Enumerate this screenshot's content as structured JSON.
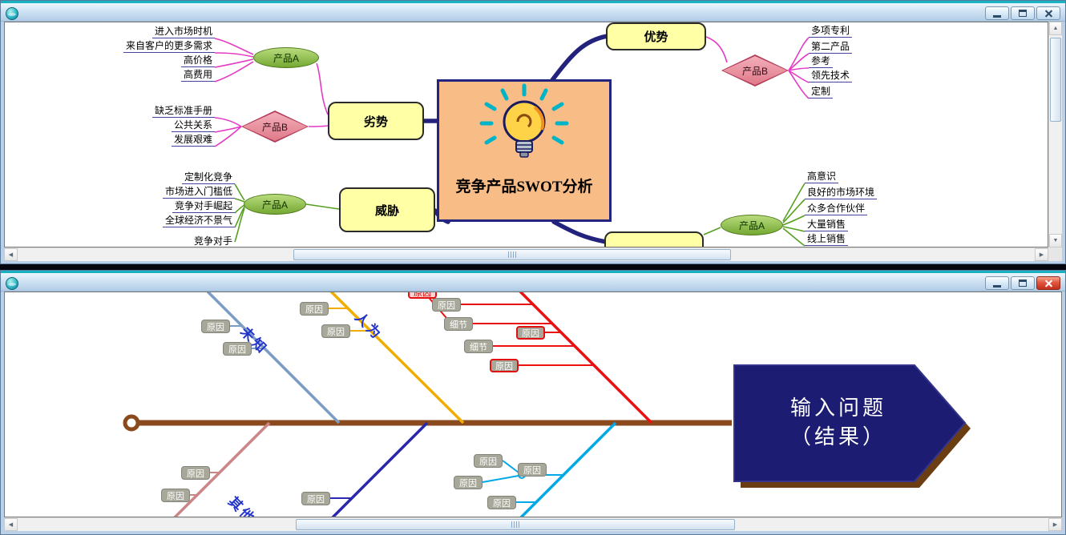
{
  "win1": {
    "center_title": "竞争产品SWOT分析",
    "topics": {
      "strengths": "优势",
      "weaknesses": "劣势",
      "threats": "威胁"
    },
    "product_a": "产品A",
    "product_b": "产品B",
    "strength_items": [
      "多项专利",
      "第二产品",
      "参考",
      "领先技术",
      "定制"
    ],
    "weakness_a_items": [
      "进入市场时机",
      "来自客户的更多需求",
      "高价格",
      "高费用"
    ],
    "weakness_b_items": [
      "缺乏标准手册",
      "公共关系",
      "发展艰难"
    ],
    "threat_items": [
      "定制化竞争",
      "市场进入门槛低",
      "竞争对手崛起",
      "全球经济不景气",
      "竞争对手"
    ],
    "opportunity_items": [
      "高意识",
      "良好的市场环境",
      "众多合作伙伴",
      "大量销售",
      "线上销售"
    ]
  },
  "win2": {
    "result_line1": "输入问题",
    "result_line2": "（结果）",
    "rib_unknown": "未知",
    "rib_human": "人为",
    "rib_other": "其他",
    "cause": "原因",
    "detail": "细节"
  },
  "icons": {
    "scroll_left": "◀",
    "scroll_right": "▶",
    "scroll_up": "▲",
    "scroll_down": "▼"
  },
  "colors": {
    "titlebar_accent": "#17b2c4",
    "center_fill": "#f8bd86",
    "topic_fill": "#ffffa6",
    "main_branch": "#23237d",
    "magenta_branch": "#e53bc4",
    "green_branch": "#55a020",
    "spine_brown": "#8a4a1e",
    "result_navy": "#1c1c72",
    "rib_unknown": "#7b9cc4",
    "rib_human": "#f0ad00",
    "rib_red": "#e81010",
    "rib_other": "#cc8585",
    "rib_navy": "#2828b0",
    "rib_cyan": "#00a8e8",
    "cause_bg": "#a8a89a"
  }
}
